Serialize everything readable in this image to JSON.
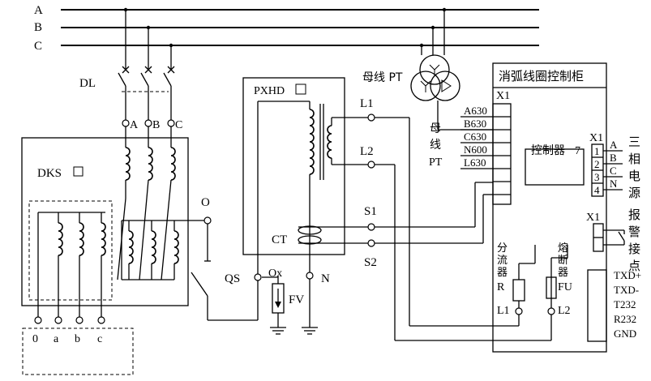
{
  "phases": [
    "A",
    "B",
    "C"
  ],
  "dl": "DL",
  "dl_terms": [
    "A",
    "B",
    "C"
  ],
  "dks": "DKS",
  "o": "O",
  "qs": "QS",
  "dks_out": [
    "0",
    "a",
    "b",
    "c"
  ],
  "pxhd": "PXHD",
  "ox": "Ox",
  "n": "N",
  "fv": "FV",
  "ct": "CT",
  "l1": "L1",
  "l2": "L2",
  "s1": "S1",
  "s2": "S2",
  "bus_pt": "母线 PT",
  "muxian": [
    "母",
    "线",
    "PT"
  ],
  "pt_taps": [
    "A630",
    "B630",
    "C630",
    "N600",
    "L630"
  ],
  "cabinet_title": "消弧线圈控制柜",
  "x1": "X1",
  "controller": "控制器",
  "controller_num": "7",
  "three_phase_terms": [
    "A",
    "B",
    "C",
    "N"
  ],
  "three_phase_nums": [
    "1",
    "2",
    "3",
    "4"
  ],
  "three_phase_label": [
    "三",
    "相",
    "电",
    "源"
  ],
  "alarm_label": [
    "报",
    "警",
    "接",
    "点"
  ],
  "resistor_label": [
    "分",
    "流",
    "器"
  ],
  "resistor_r": "R",
  "fuse_label": [
    "熔",
    "断",
    "器"
  ],
  "fuse_fu": "FU",
  "bottom_l1": "L1",
  "bottom_l2": "L2",
  "serial": [
    "TXD+",
    "TXD-",
    "T232",
    "R232",
    "GND"
  ]
}
